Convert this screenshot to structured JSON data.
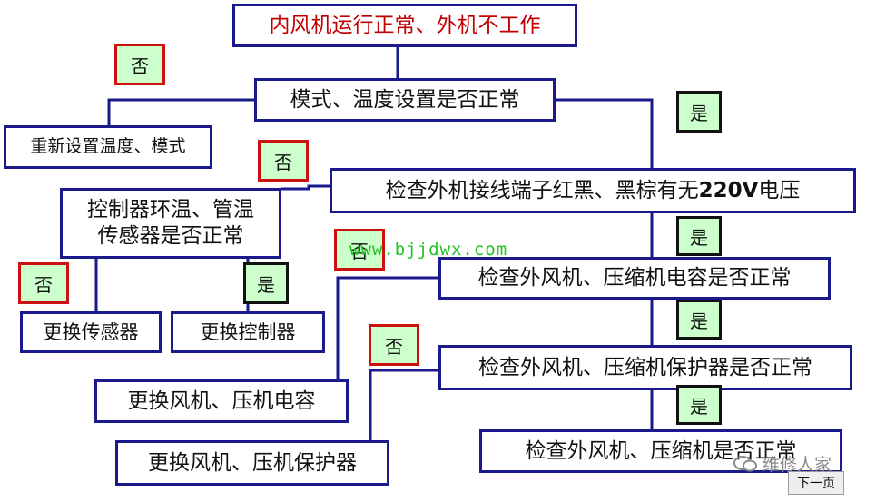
{
  "diagram": {
    "title": "内风机运行正常、外机不工作",
    "check_mode": "模式、温度设置是否正常",
    "reset_setting": "重新设置温度、模式",
    "check_voltage_pre": "检查外机接线端子红黑、黑棕有无",
    "check_voltage_num": "220V",
    "check_voltage_post": "电压",
    "check_sensor_line1": "控制器环温、管温",
    "check_sensor_line2": "传感器是否正常",
    "replace_sensor": "更换传感器",
    "replace_controller": "更换控制器",
    "check_capacitor": "检查外风机、压缩机电容是否正常",
    "replace_capacitor": "更换风机、压机电容",
    "check_protector": "检查外风机、压缩机保护器是否正常",
    "replace_protector": "更换风机、压机保护器",
    "check_motor": "检查外风机、压缩机是否正常"
  },
  "tags": {
    "no": "否",
    "yes": "是"
  },
  "watermark": "www.bjjdwx.com",
  "brand": "维修人家",
  "next_page": "下一页",
  "colors": {
    "box_border": "#1a1a8c",
    "title_text": "#c00000",
    "no_tag_border": "#cc1111",
    "tag_fill": "#ccffcc",
    "watermark": "#22c322"
  }
}
